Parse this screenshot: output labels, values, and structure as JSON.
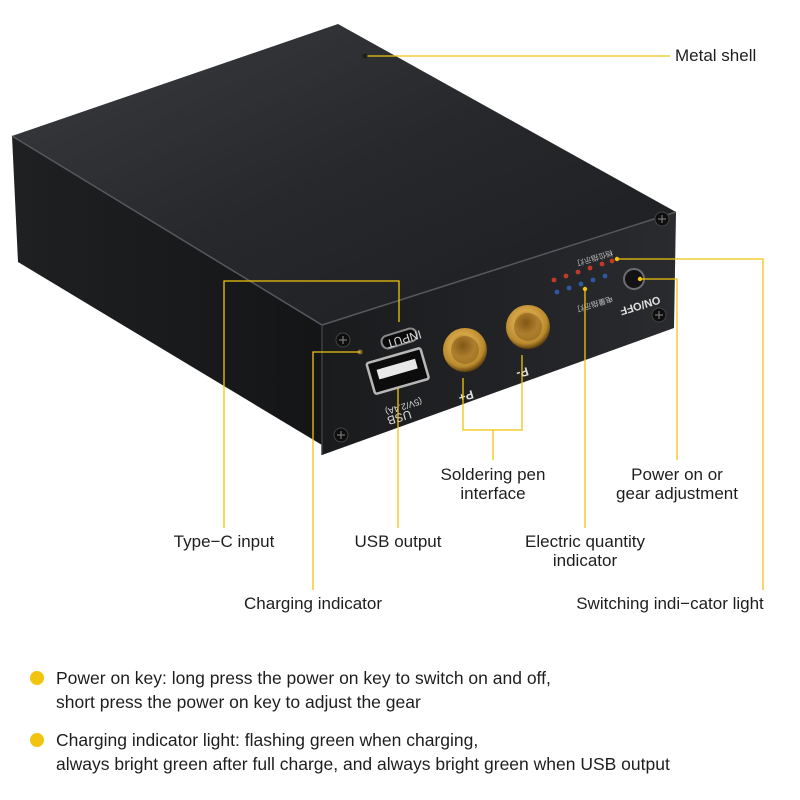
{
  "callouts": {
    "metal_shell": "Metal shell",
    "soldering_pen": "Soldering pen\ninterface",
    "power_on": "Power on or\ngear adjustment",
    "type_c_input": "Type−C input",
    "usb_output": "USB output",
    "electric_quantity": "Electric quantity\nindicator",
    "charging_indicator": "Charging indicator",
    "switching_light": "Switching indi−cator light"
  },
  "device_print": {
    "input": "INPUT",
    "usb": "USB",
    "usb_spec": "(5V/2.4A)",
    "p_plus": "P+",
    "p_minus": "P-",
    "on_off": "ON/OFF",
    "gear_indicator_cn": "档位指示灯",
    "power_indicator_cn": "电量指示灯"
  },
  "notes": [
    {
      "line1": "Power on key: long press the power on key to switch on and off,",
      "line2": "short press the power on key to adjust the gear"
    },
    {
      "line1": "Charging indicator light: flashing green when charging,",
      "line2": "always bright green after full charge, and always bright green when USB output"
    }
  ],
  "colors": {
    "callout_line": "#f1c40f",
    "bullet": "#f1c40f",
    "shell_top": "#2b2d30",
    "shell_front": "#1c1d1f",
    "socket_gold": "#c99b3a",
    "led_red": "#c0392b",
    "led_blue": "#2c5aa0"
  }
}
